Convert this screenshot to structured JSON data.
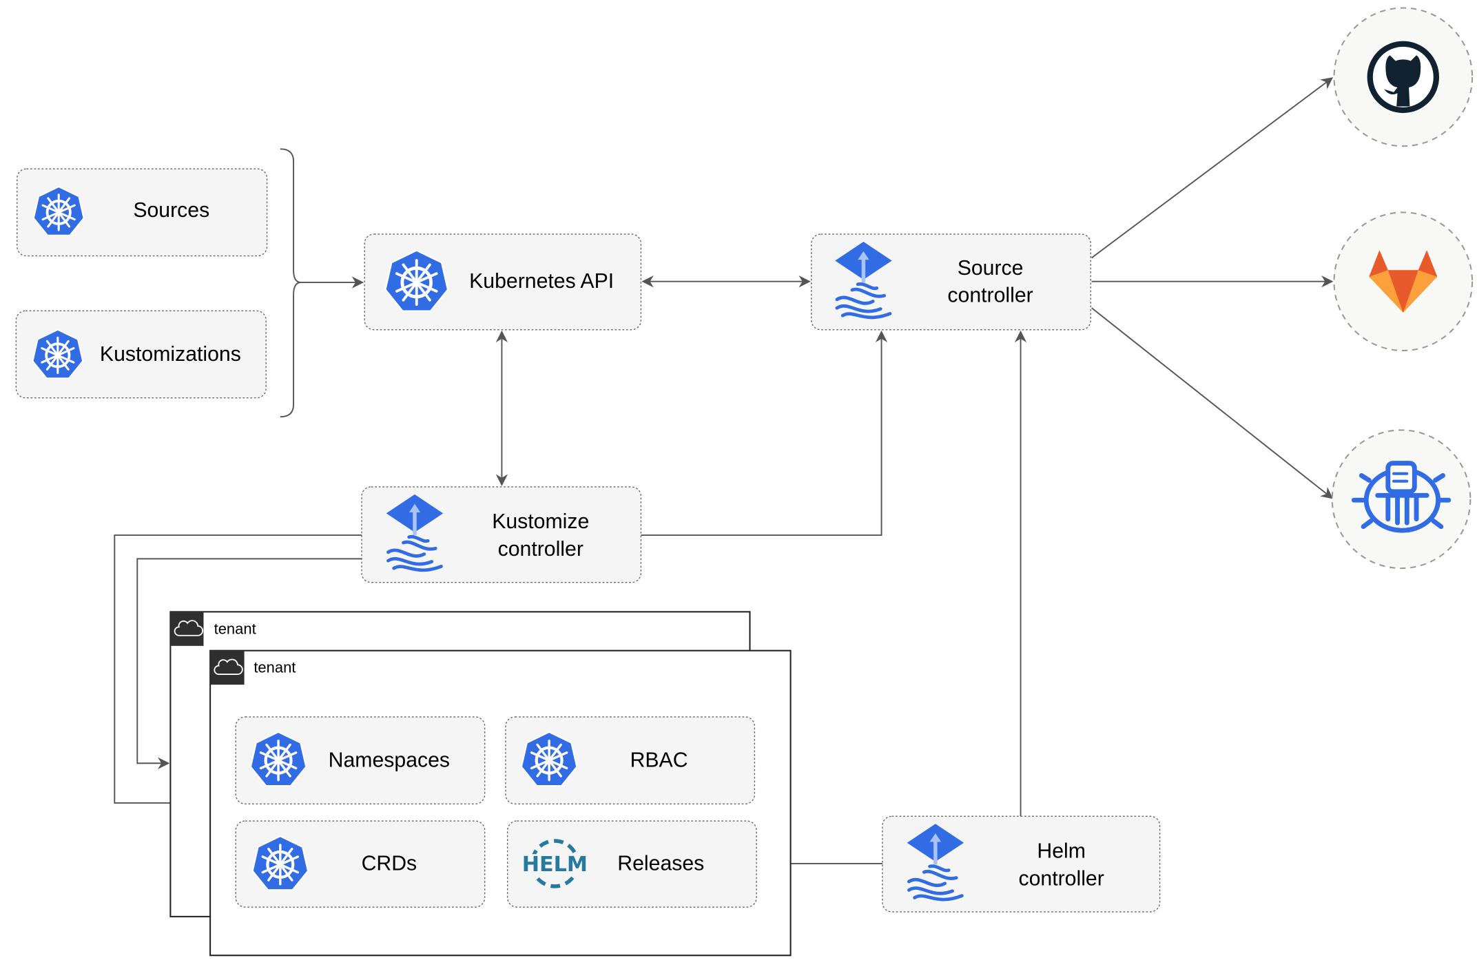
{
  "nodes": {
    "sources": "Sources",
    "kustomizations": "Kustomizations",
    "kubernetes_api": "Kubernetes API",
    "source_controller": [
      "Source",
      "controller"
    ],
    "kustomize_controller": [
      "Kustomize",
      "controller"
    ],
    "helm_controller": [
      "Helm",
      "controller"
    ],
    "namespaces": "Namespaces",
    "rbac": "RBAC",
    "crds": "CRDs",
    "releases": "Releases",
    "helm_logo_text": "HELM"
  },
  "tenants": [
    "tenant",
    "tenant"
  ],
  "external": [
    "github-icon",
    "gitlab-icon",
    "bucket-icon"
  ],
  "colors": {
    "kube_blue": "#326ce5",
    "helm_blue": "#277a9f",
    "github_dark": "#10222f",
    "gitlab_orange": "#e8592b",
    "gitlab_yellow": "#fba03a"
  }
}
